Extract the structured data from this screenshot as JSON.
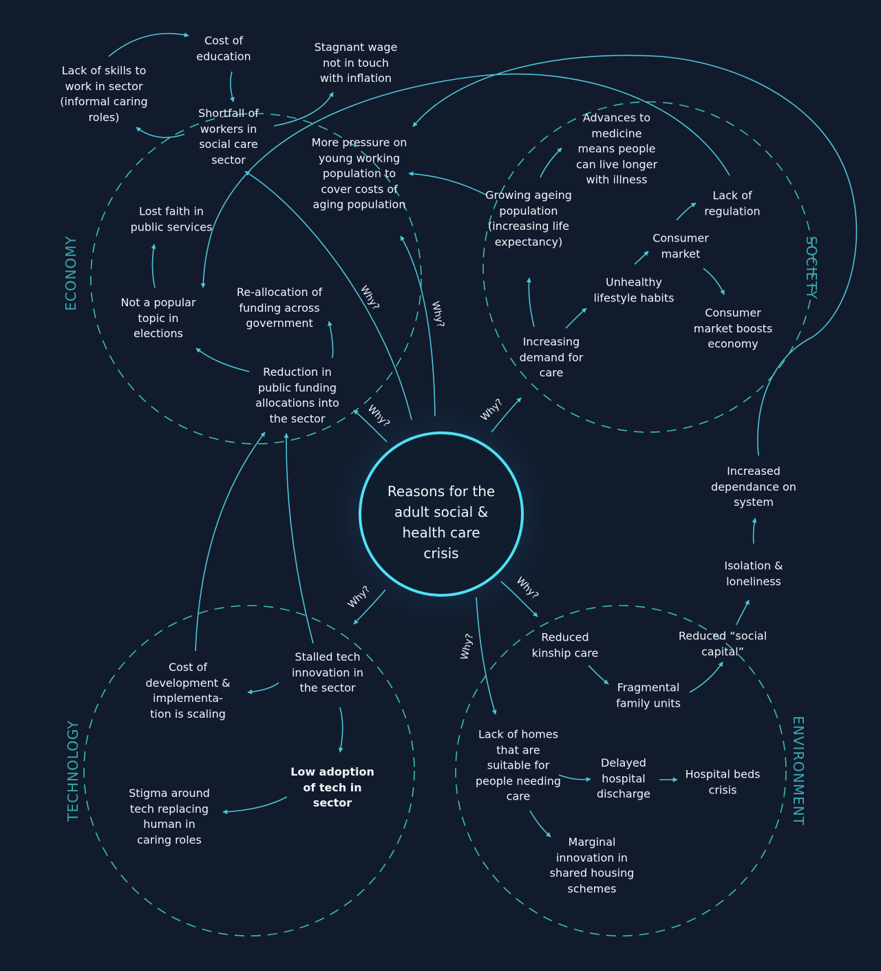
{
  "center": {
    "label": "Reasons for the\nadult social &\nhealth care\ncrisis"
  },
  "categories": [
    {
      "id": "economy",
      "label": "ECONOMY"
    },
    {
      "id": "society",
      "label": "SOCIETY"
    },
    {
      "id": "technology",
      "label": "TECHNOLOGY"
    },
    {
      "id": "environment",
      "label": "ENVIRONMENT"
    }
  ],
  "why_label": "Why?",
  "nodes": {
    "lack_of_skills": "Lack of skills to\nwork in sector\n(informal caring\nroles)",
    "cost_of_education": "Cost of\neducation",
    "stagnant_wage": "Stagnant wage\nnot in touch\nwith inflation",
    "shortfall_workers": "Shortfall of\nworkers in\nsocial care\nsector",
    "more_pressure": "More pressure on\nyoung working\npopulation to\ncover costs of\naging population",
    "lost_faith": "Lost faith in\npublic services",
    "not_popular": "Not a popular\ntopic in\nelections",
    "reallocation": "Re-allocation of\nfunding across\ngovernment",
    "reduction_funding": "Reduction in\npublic funding\nallocations into\nthe sector",
    "advances_medicine": "Advances to\nmedicine\nmeans people\ncan live longer\nwith illness",
    "growing_ageing": "Growing ageing\npopulation\n(increasing life\nexpectancy)",
    "lack_regulation": "Lack of\nregulation",
    "consumer_market": "Consumer\nmarket",
    "unhealthy_habits": "Unhealthy\nlifestyle habits",
    "consumer_boosts": "Consumer\nmarket boosts\neconomy",
    "increasing_demand": "Increasing\ndemand for\ncare",
    "increased_dependance": "Increased\ndependance on\nsystem",
    "isolation": "Isolation &\nloneliness",
    "reduced_kinship": "Reduced\nkinship care",
    "reduced_social_capital": "Reduced “social\ncapital”",
    "fragmental_family": "Fragmental\nfamily units",
    "lack_homes": "Lack of homes\nthat are\nsuitable for\npeople needing\ncare",
    "delayed_discharge": "Delayed\nhospital\ndischarge",
    "hospital_beds": "Hospital beds\ncrisis",
    "marginal_innovation": "Marginal\ninnovation in\nshared housing\nschemes",
    "cost_development": "Cost of\ndevelopment &\nimplementa-\ntion is scaling",
    "stalled_tech": "Stalled tech\ninnovation in\nthe sector",
    "low_adoption": "Low adoption\nof tech in\nsector",
    "stigma": "Stigma around\ntech replacing\nhuman in\ncaring roles"
  },
  "colors": {
    "background": "#111b2c",
    "text": "#f2f6fa",
    "connector": "#4cc7d6",
    "dashed_circle": "#3fbfb4",
    "category_label": "#3aa9ae",
    "center_ring": "#4fe0f5"
  }
}
